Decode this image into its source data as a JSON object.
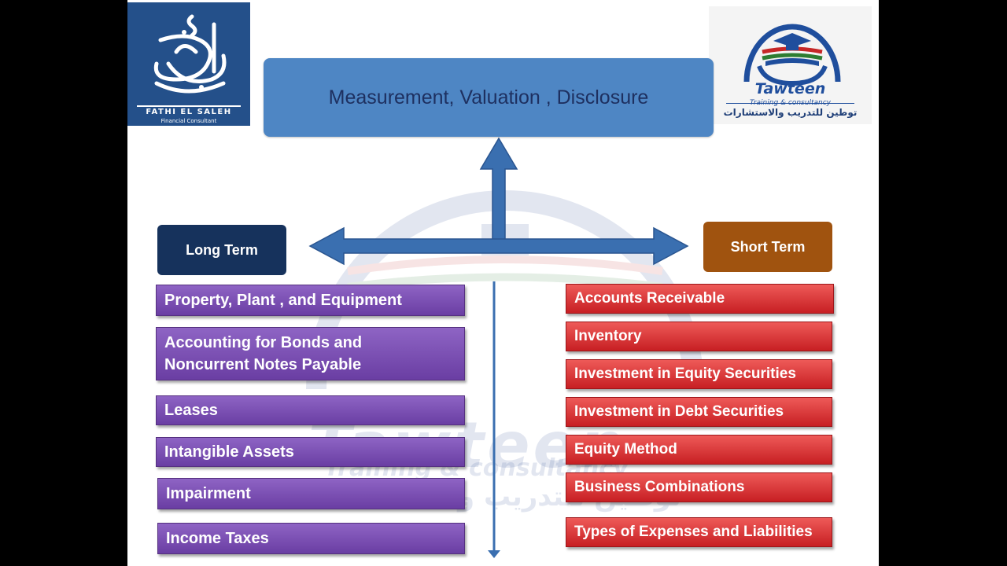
{
  "title": "Measurement, Valuation , Disclosure",
  "logos": {
    "left": {
      "name": "FATHI EL SALEH",
      "subtitle": "Financial Consultant"
    },
    "right": {
      "brand": "Tawteen",
      "tagline": "Training & consultancy",
      "arabic": "توطين للتدريب والاستشارات"
    }
  },
  "long_term": {
    "label": "Long Term",
    "items": [
      "Property, Plant , and Equipment",
      "Accounting for Bonds and\nNoncurrent Notes Payable",
      "Leases",
      "Intangible Assets",
      "Impairment",
      "Income Taxes"
    ]
  },
  "short_term": {
    "label": "Short Term",
    "items": [
      "Accounts Receivable",
      "Inventory",
      "Investment in Equity Securities",
      "Investment in Debt Securities",
      "Equity Method",
      "Business Combinations",
      "Types of Expenses and Liabilities"
    ]
  },
  "colors": {
    "top_box": "#4e86c4",
    "long_term_header": "#16325c",
    "short_term_header": "#a0530f",
    "long_items": "#7b52b5",
    "short_items": "#dd3c3c",
    "arrows": "#3a6fb0"
  }
}
